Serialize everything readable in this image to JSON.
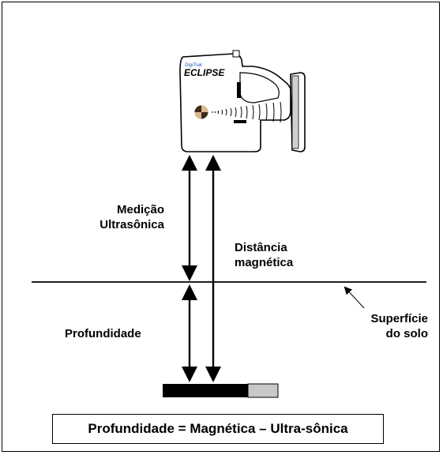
{
  "device": {
    "brand_small": "DigiTrak",
    "brand": "ECLIPSE"
  },
  "labels": {
    "ultrasonic_line1": "Medição",
    "ultrasonic_line2": "Ultrasônica",
    "magnetic_line1": "Distância",
    "magnetic_line2": "magnética",
    "depth": "Profundidade",
    "surface_line1": "Superfície",
    "surface_line2": "do solo"
  },
  "formula": "Profundidade = Magnética – Ultra-sônica"
}
